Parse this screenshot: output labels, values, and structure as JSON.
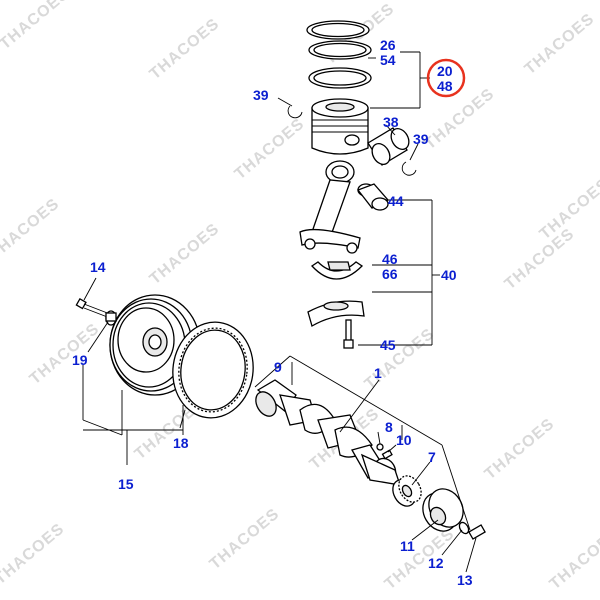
{
  "watermark": "THACOES",
  "callouts": {
    "c1": "1",
    "c7": "7",
    "c8": "8",
    "c9": "9",
    "c10": "10",
    "c11": "11",
    "c12": "12",
    "c13": "13",
    "c14": "14",
    "c15": "15",
    "c18": "18",
    "c19": "19",
    "c20": "20",
    "c26": "26",
    "c38": "38",
    "c39a": "39",
    "c39b": "39",
    "c40": "40",
    "c44": "44",
    "c45": "45",
    "c46": "46",
    "c48": "48",
    "c54": "54",
    "c66": "66"
  },
  "colors": {
    "callout_text": "#0b1fd0",
    "highlight_circle": "#e8321e",
    "watermark": "#d9d9d9"
  }
}
